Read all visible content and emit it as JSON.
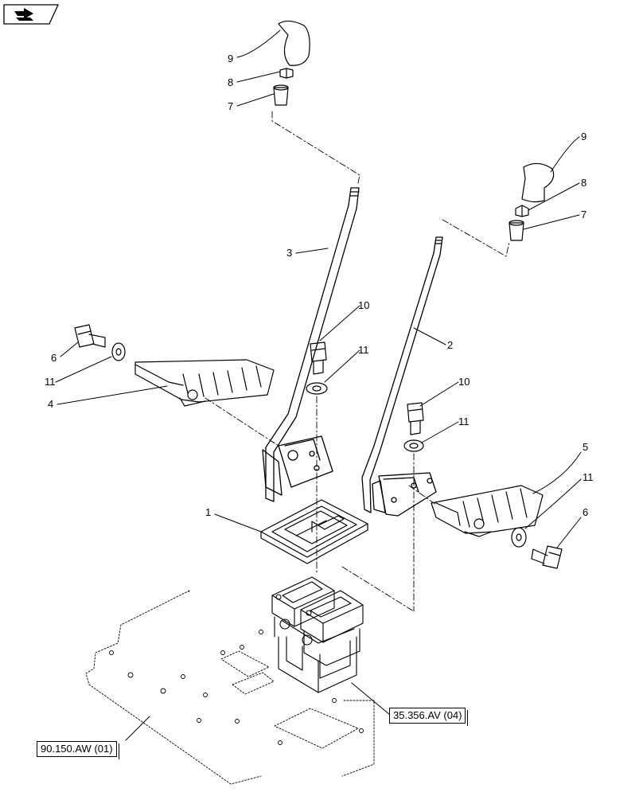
{
  "nav": {
    "icon": "forward-arrow-icon"
  },
  "callouts": [
    {
      "id": "c9a",
      "text": "9"
    },
    {
      "id": "c8a",
      "text": "8"
    },
    {
      "id": "c7a",
      "text": "7"
    },
    {
      "id": "c9b",
      "text": "9"
    },
    {
      "id": "c8b",
      "text": "8"
    },
    {
      "id": "c7b",
      "text": "7"
    },
    {
      "id": "c3",
      "text": "3"
    },
    {
      "id": "c2",
      "text": "2"
    },
    {
      "id": "c10a",
      "text": "10"
    },
    {
      "id": "c11a",
      "text": "11"
    },
    {
      "id": "c10b",
      "text": "10"
    },
    {
      "id": "c11b",
      "text": "11"
    },
    {
      "id": "c6a",
      "text": "6"
    },
    {
      "id": "c11c",
      "text": "11"
    },
    {
      "id": "c4",
      "text": "4"
    },
    {
      "id": "c5",
      "text": "5"
    },
    {
      "id": "c11d",
      "text": "11"
    },
    {
      "id": "c6b",
      "text": "6"
    },
    {
      "id": "c1",
      "text": "1"
    }
  ],
  "references": {
    "valve_ref": "35.356.AV (04)",
    "frame_ref": "90.150.AW (01)"
  }
}
